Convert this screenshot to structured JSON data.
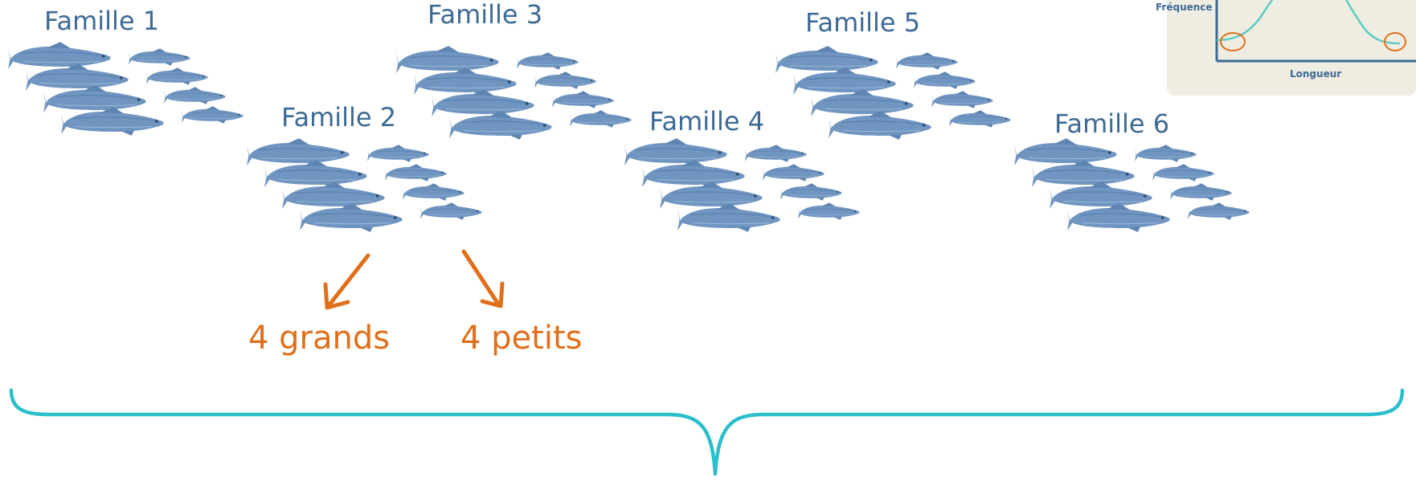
{
  "families": [
    {
      "label": "Famille 1"
    },
    {
      "label": "Famille 2"
    },
    {
      "label": "Famille 3"
    },
    {
      "label": "Famille 4"
    },
    {
      "label": "Famille 5"
    },
    {
      "label": "Famille 6"
    }
  ],
  "outcomes": {
    "large": "4 grands",
    "small": "4 petits"
  },
  "inset": {
    "ylabel": "Fréquence",
    "xlabel": "Longueur"
  },
  "colors": {
    "fish": "#6f95c0",
    "family_text": "#3d6a95",
    "accent_orange": "#e06f1a",
    "brace": "#2bbfcb",
    "inset_bg": "#efede2",
    "inset_curve": "#5fcbc0",
    "inset_axis": "#3d6a95"
  }
}
